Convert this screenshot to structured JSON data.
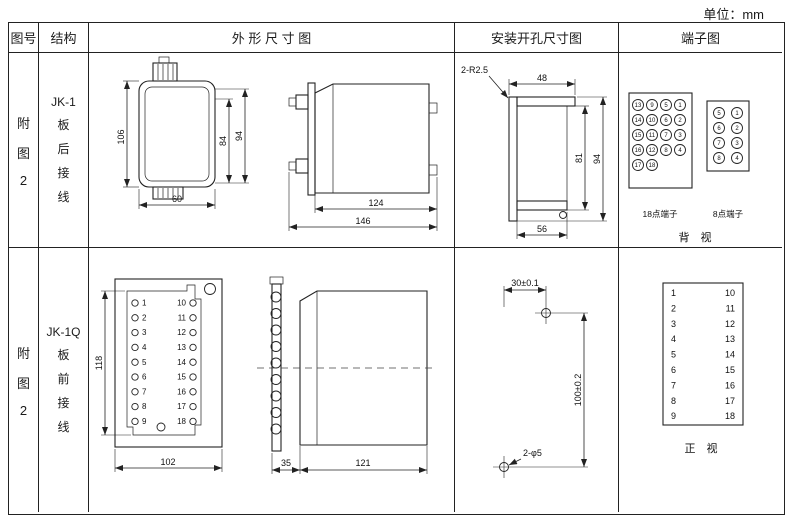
{
  "unit_label": "单位：mm",
  "header": {
    "fig_no": "图号",
    "structure": "结构",
    "outline": "外 形 尺 寸 图",
    "install": "安装开孔尺寸图",
    "terminal": "端子图"
  },
  "row1": {
    "fig_chars": [
      "附",
      "图",
      "2"
    ],
    "model": "JK-1",
    "structure_chars": [
      "板",
      "后",
      "接",
      "线"
    ],
    "outline": {
      "h106": "106",
      "h84": "84",
      "h94": "94",
      "w60": "60",
      "w124": "124",
      "w146": "146"
    },
    "install": {
      "r_label": "2-R2.5",
      "w48": "48",
      "h81": "81",
      "h94": "94",
      "w56": "56"
    },
    "terminal": {
      "label18": "18点端子",
      "label8": "8点端子",
      "view": "背 视",
      "grid18": [
        [
          "13",
          "9",
          "5",
          "1"
        ],
        [
          "14",
          "10",
          "6",
          "2"
        ],
        [
          "15",
          "11",
          "7",
          "3"
        ],
        [
          "16",
          "12",
          "8",
          "4"
        ],
        [
          "17",
          "18"
        ]
      ],
      "grid8": [
        [
          "5",
          "1"
        ],
        [
          "6",
          "2"
        ],
        [
          "7",
          "3"
        ],
        [
          "8",
          "4"
        ]
      ]
    }
  },
  "row2": {
    "fig_chars": [
      "附",
      "图",
      "2"
    ],
    "model": "JK-1Q",
    "structure_chars": [
      "板",
      "前",
      "接",
      "线"
    ],
    "outline": {
      "h118": "118",
      "w102": "102",
      "w35": "35",
      "w121": "121",
      "left_terms": [
        "1",
        "2",
        "3",
        "4",
        "5",
        "6",
        "7",
        "8",
        "9"
      ],
      "right_terms": [
        "10",
        "11",
        "12",
        "13",
        "14",
        "15",
        "16",
        "17",
        "18"
      ]
    },
    "install": {
      "w30": "30±0.1",
      "h100": "100±0.2",
      "hole_label": "2-φ5"
    },
    "terminal": {
      "left": [
        "1",
        "2",
        "3",
        "4",
        "5",
        "6",
        "7",
        "8",
        "9"
      ],
      "right": [
        "10",
        "11",
        "12",
        "13",
        "14",
        "15",
        "16",
        "17",
        "18"
      ],
      "view": "正 视"
    }
  }
}
